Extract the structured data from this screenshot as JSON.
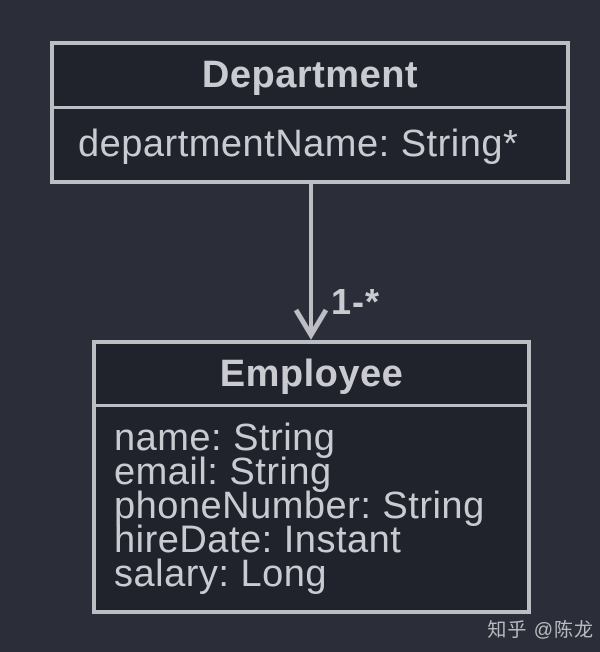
{
  "colors": {
    "background": "#2b2e38",
    "box_fill": "#20232c",
    "border": "#bcbec3",
    "text": "#c9cbd0"
  },
  "diagram": {
    "type": "uml-class-diagram",
    "classes": [
      {
        "name": "Department",
        "attributes": [
          "departmentName: String*"
        ]
      },
      {
        "name": "Employee",
        "attributes": [
          "name: String",
          "email: String",
          "phoneNumber: String",
          "hireDate: Instant",
          "salary: Long"
        ]
      }
    ],
    "relationship": {
      "from": "Department",
      "to": "Employee",
      "multiplicity_label": "1-*"
    }
  },
  "watermark": {
    "text": "知乎 @陈龙"
  }
}
